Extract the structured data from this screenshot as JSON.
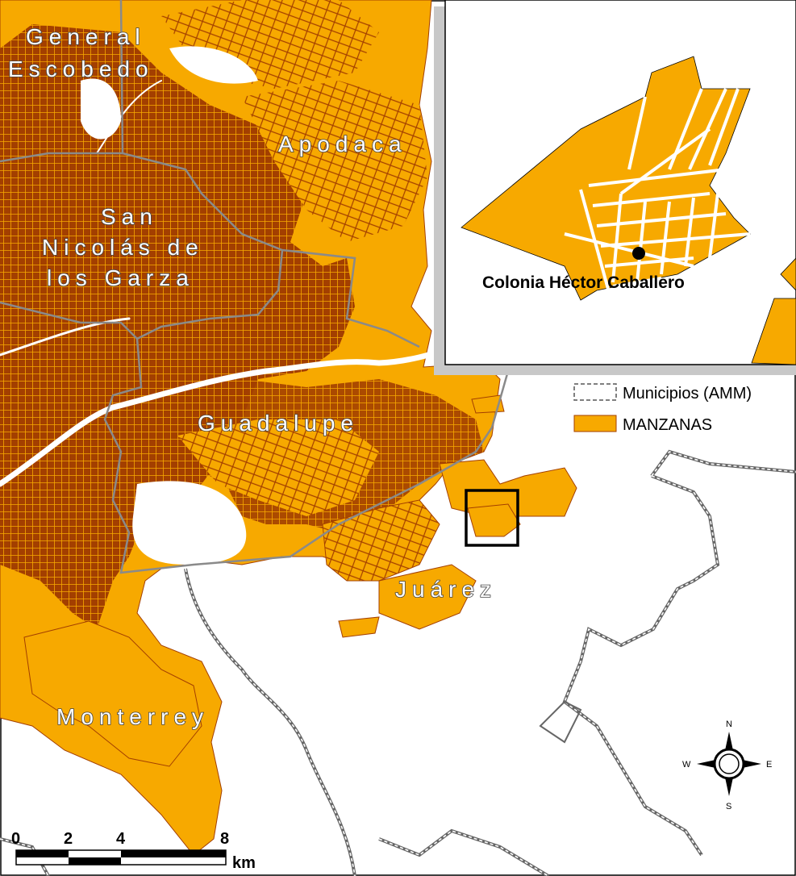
{
  "municipalities": {
    "general_escobedo_line1": "General",
    "general_escobedo_line2": "Escobedo",
    "apodaca": "Apodaca",
    "san_nicolas_line1": "San",
    "san_nicolas_line2": "Nicolás de",
    "san_nicolas_line3": "los Garza",
    "guadalupe": "Guadalupe",
    "juarez": "Juárez",
    "monterrey": "Monterrey"
  },
  "legend": {
    "municipios_label": "Municipios (AMM)",
    "manzanas_label": "MANZANAS"
  },
  "inset": {
    "location_label": "Colonia Héctor Caballero"
  },
  "scale_bar": {
    "tick_0": "0",
    "tick_2": "2",
    "tick_4": "4",
    "tick_8": "8",
    "unit": "km"
  },
  "compass": {
    "north": "N",
    "south": "S",
    "east": "E",
    "west": "W"
  },
  "colors": {
    "manzanas_fill": "#F7A900",
    "urban_dense": "#A33F00",
    "boundary": "#8A8A8A",
    "inset_shadow": "#C8C8C8"
  }
}
